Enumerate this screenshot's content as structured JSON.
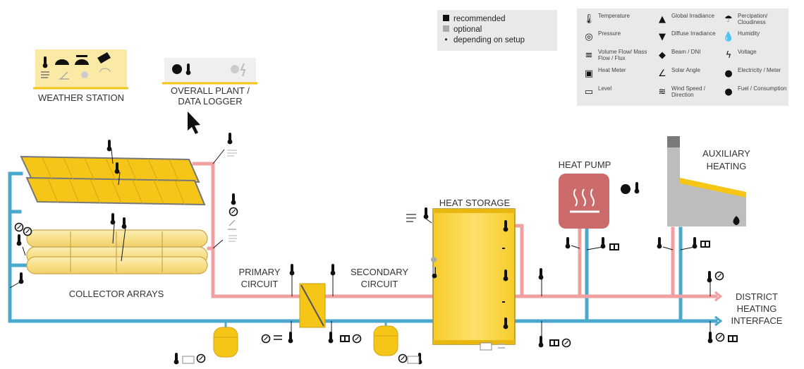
{
  "legend_small": {
    "recommended": "recommended",
    "optional": "optional",
    "depending": "depending on setup"
  },
  "legend_icons": [
    {
      "icon": "thermometer-icon",
      "label": "Temperature"
    },
    {
      "icon": "global-irradiance-icon",
      "label": "Global Irradiance"
    },
    {
      "icon": "precipitation-icon",
      "label": "Percipation/ Cloudiness"
    },
    {
      "icon": "pressure-gauge-icon",
      "label": "Pressure"
    },
    {
      "icon": "diffuse-irradiance-icon",
      "label": "Diffuse Irradiance"
    },
    {
      "icon": "humidity-icon",
      "label": "Humidity"
    },
    {
      "icon": "flow-icon",
      "label": "Volume Flow/ Mass Flow / Flux"
    },
    {
      "icon": "beam-dni-icon",
      "label": "Beam / DNI"
    },
    {
      "icon": "voltage-icon",
      "label": "Voltage"
    },
    {
      "icon": "heat-meter-icon",
      "label": "Heat Meter"
    },
    {
      "icon": "solar-angle-icon",
      "label": "Solar Angle"
    },
    {
      "icon": "electricity-meter-icon",
      "label": "Electricity / Meter"
    },
    {
      "icon": "level-icon",
      "label": "Level"
    },
    {
      "icon": "wind-icon",
      "label": "Wind Speed / Direction"
    },
    {
      "icon": "fuel-icon",
      "label": "Fuel / Consumption"
    }
  ],
  "weather_station": "WEATHER STATION",
  "plant_logger": [
    "OVERALL PLANT /",
    "DATA LOGGER"
  ],
  "heat_storage": "HEAT STORAGE",
  "heat_pump": "HEAT PUMP",
  "auxiliary_heating": [
    "AUXILIARY",
    "HEATING"
  ],
  "collector_arrays": "COLLECTOR ARRAYS",
  "primary_circuit": [
    "PRIMARY",
    "CIRCUIT"
  ],
  "secondary_circuit": [
    "SECONDARY",
    "CIRCUIT"
  ],
  "district_heating": [
    "DISTRICT",
    "HEATING",
    "INTERFACE"
  ],
  "colors": {
    "hot_pipe": "#f0a0a0",
    "cold_pipe": "#4aa8cc",
    "yellow": "#f5c518",
    "light_yellow": "#fbe9a6",
    "legend_bg": "#e9e9e9",
    "heat_pump": "#cc6b6b",
    "gray": "#aaaaaa",
    "dark": "#111111"
  }
}
